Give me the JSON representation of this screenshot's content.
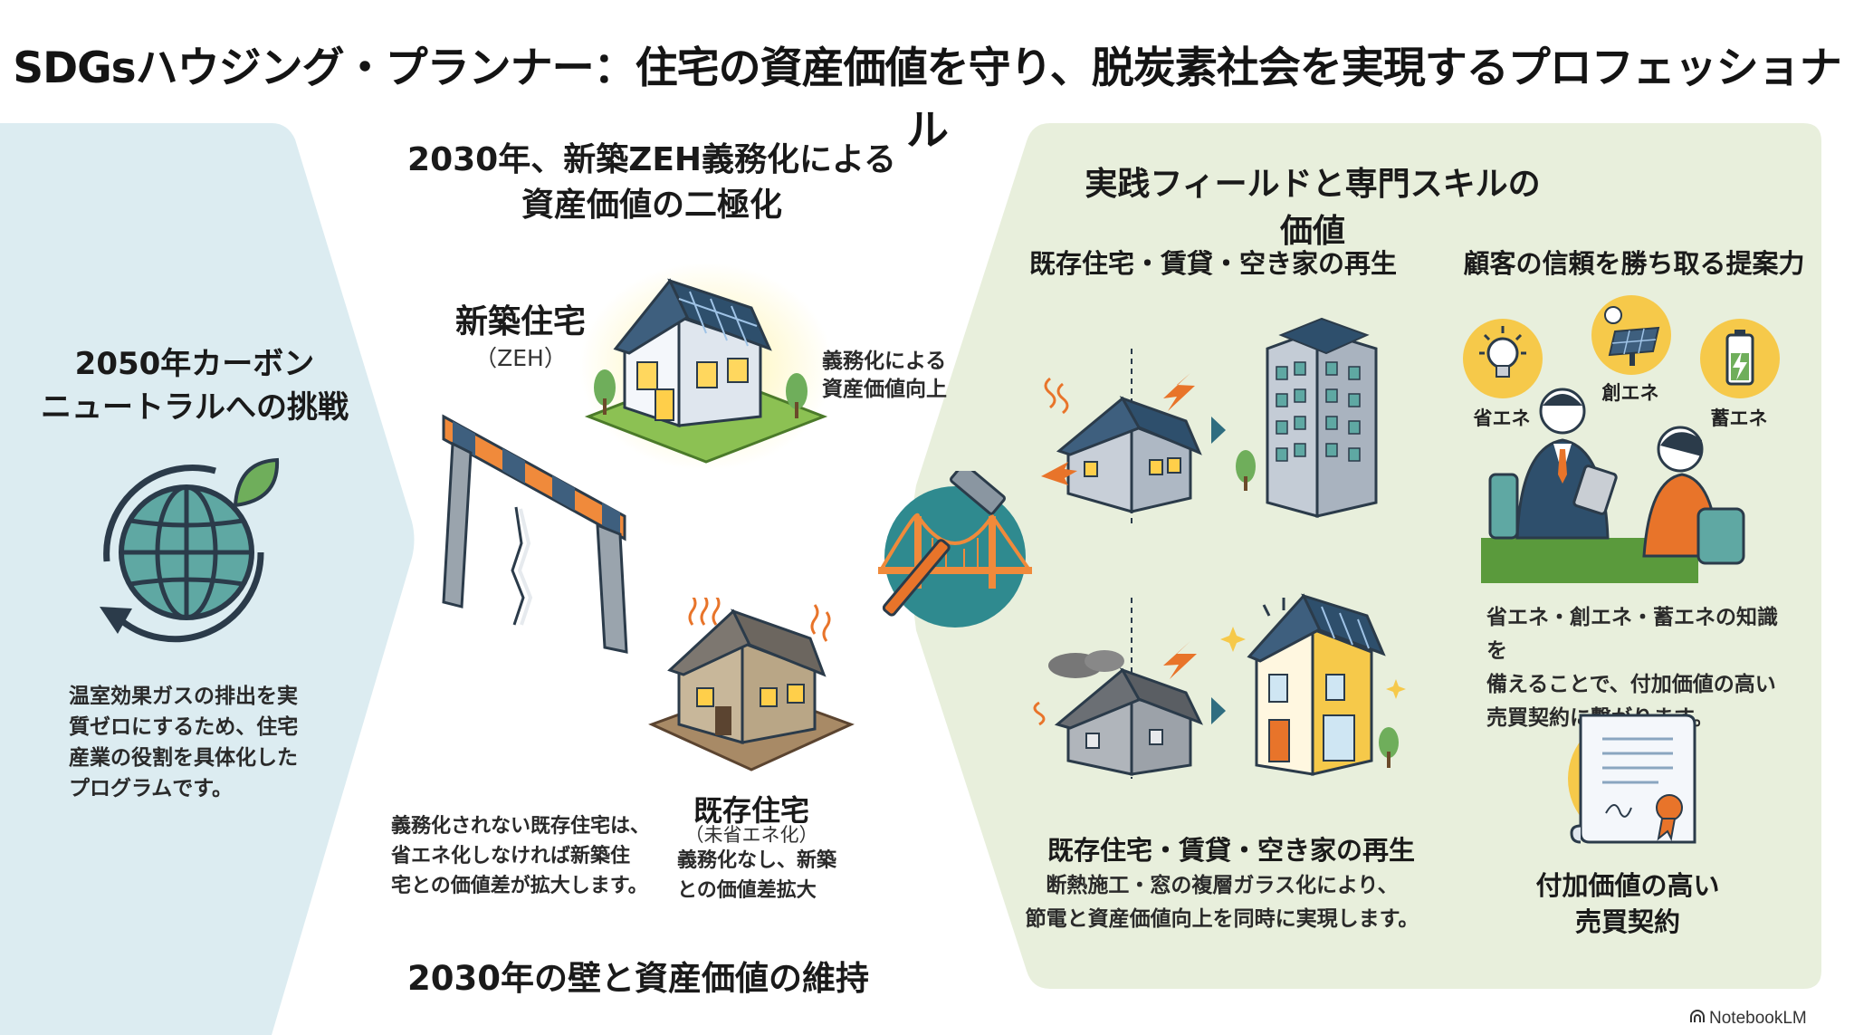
{
  "title": "SDGsハウジング・プランナー：住宅の資産価値を守り、脱炭素社会を実現するプロフェッショナル",
  "left": {
    "heading": [
      "2050年カーボン",
      "ニュートラルへの挑戦"
    ],
    "paragraph": [
      "温室効果ガスの排出を実",
      "質ゼロにするため、住宅",
      "産業の役割を具体化した",
      "プログラムです。"
    ]
  },
  "middle": {
    "heading": [
      "2030年、新築ZEH義務化による",
      "資産価値の二極化"
    ],
    "new_house": {
      "title": "新築住宅",
      "subtitle": "（ZEH）",
      "note": [
        "義務化による",
        "資産価値向上"
      ]
    },
    "existing_house": {
      "title": "既存住宅",
      "subtitle": "（未省エネ化）",
      "note": [
        "義務化なし、新築",
        "との価値差拡大"
      ]
    },
    "paragraph": [
      "義務化されない既存住宅は、",
      "省エネ化しなければ新築住",
      "宅との価値差が拡大します。"
    ],
    "footer": "2030年の壁と資産価値の維持"
  },
  "right": {
    "heading": "実践フィールドと専門スキルの価値",
    "field_title": "既存住宅・賃貸・空き家の再生",
    "field_title_bottom": "既存住宅・賃貸・空き家の再生",
    "field_paragraph": [
      "断熱施工・窓の複層ガラス化により、",
      "節電と資産価値向上を同時に実現します。"
    ],
    "skill_title": "顧客の信頼を勝ち取る提案力",
    "icons": {
      "save": "省エネ",
      "generate": "創エネ",
      "store": "蓄エネ"
    },
    "skill_paragraph": [
      "省エネ・創エネ・蓄エネの知識を",
      "備えることで、付加価値の高い",
      "売買契約に繋がります。"
    ],
    "certificate_title": [
      "付加価値の高い",
      "売買契約"
    ]
  },
  "brand": "NotebookLM",
  "colors": {
    "left_panel": "#dcecf1",
    "right_panel": "#e8efdc",
    "accent_teal": "#2f8a8f",
    "accent_orange": "#e8742a",
    "accent_yellow": "#f6c94a",
    "roof_blue": "#2e5b7a"
  },
  "icon_names": [
    "globe-leaf-icon",
    "bridge-hammer-icon",
    "lightbulb-icon",
    "solar-panel-icon",
    "battery-icon",
    "certificate-icon"
  ]
}
